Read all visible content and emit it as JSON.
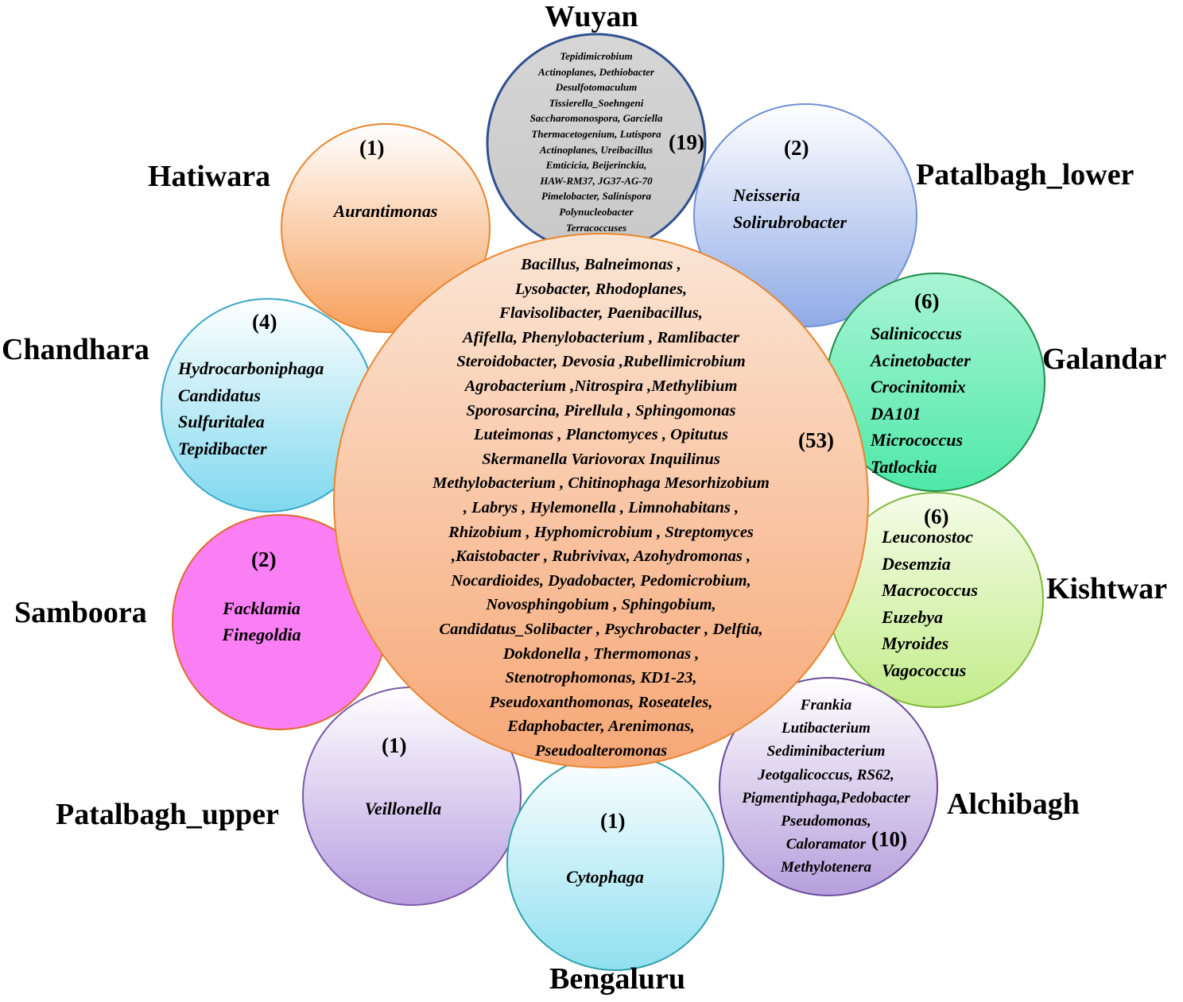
{
  "colors": {
    "hatiwara": "#f7a05c",
    "wuyan": "#c8c8c8",
    "patalbagh_lower": "#8faae6",
    "chandhara": "#7fd8ee",
    "galandar": "#4fe8a8",
    "samboora": "#fb7ff4",
    "kishtwar": "#c3ec8a",
    "patalbagh_upper": "#b89ee0",
    "bengaluru": "#8fe0f0",
    "alchibagh": "#b69fdc",
    "core": "#f7a776"
  },
  "sites": {
    "wuyan": {
      "name": "Wuyan",
      "count": "(19)",
      "genera": [
        "Tepidimicrobium",
        "Actinoplanes, Dethiobacter",
        "Desulfotomaculum",
        "Tissierella_Soehngeni",
        "Saccharomonospora, Garciella",
        "Thermacetogenium, Lutispora",
        "Actinoplanes, Ureibacillus",
        "Emticicia, Beijerinckia,",
        "HAW-RM37, JG37-AG-70",
        "Pimelobacter, Salinispora",
        "Polynucleobacter",
        "Terracoccuses"
      ]
    },
    "hatiwara": {
      "name": "Hatiwara",
      "count": "(1)",
      "genera": [
        "Aurantimonas"
      ]
    },
    "patalbagh_lower": {
      "name": "Patalbagh_lower",
      "count": "(2)",
      "genera": [
        "Neisseria",
        "Solirubrobacter"
      ]
    },
    "chandhara": {
      "name": "Chandhara",
      "count": "(4)",
      "genera": [
        "Hydrocarboniphaga",
        "Candidatus",
        "Sulfuritalea",
        "Tepidibacter"
      ]
    },
    "galandar": {
      "name": "Galandar",
      "count": "(6)",
      "genera": [
        "Salinicoccus",
        "Acinetobacter",
        "Crocinitomix",
        "DA101",
        "Micrococcus",
        "Tatlockia"
      ]
    },
    "samboora": {
      "name": "Samboora",
      "count": "(2)",
      "genera": [
        "Facklamia",
        "Finegoldia"
      ]
    },
    "kishtwar": {
      "name": "Kishtwar",
      "count": "(6)",
      "genera": [
        "Leuconostoc",
        "Desemzia",
        "Macrococcus",
        "Euzebya",
        "Myroides",
        "Vagococcus"
      ]
    },
    "patalbagh_upper": {
      "name": "Patalbagh_upper",
      "count": "(1)",
      "genera": [
        "Veillonella"
      ]
    },
    "bengaluru": {
      "name": "Bengaluru",
      "count": "(1)",
      "genera": [
        "Cytophaga"
      ]
    },
    "alchibagh": {
      "name": "Alchibagh",
      "count": "(10)",
      "genera": [
        "Frankia",
        "Lutibacterium",
        "Sediminibacterium",
        "Jeotgalicoccus, RS62,",
        "Pigmentiphaga,Pedobacter",
        "Pseudomonas,",
        "Caloramator",
        "Methylotenera"
      ]
    }
  },
  "core": {
    "count": "(53)",
    "genera": [
      "Bacillus, Balneimonas ,",
      "Lysobacter, Rhodoplanes,",
      "Flavisolibacter, Paenibacillus,",
      "Afifella, Phenylobacterium , Ramlibacter",
      "Steroidobacter, Devosia ,Rubellimicrobium",
      "Agrobacterium ,Nitrospira ,Methylibium",
      "Sporosarcina, Pirellula , Sphingomonas",
      "Luteimonas ,  Planctomyces , Opitutus",
      "Skermanella  Variovorax  Inquilinus",
      "Methylobacterium , Chitinophaga  Mesorhizobium",
      ", Labrys , Hylemonella , Limnohabitans ,",
      "Rhizobium , Hyphomicrobium , Streptomyces",
      ",Kaistobacter , Rubrivivax,  Azohydromonas ,",
      "Nocardioides,  Dyadobacter,  Pedomicrobium,",
      "Novosphingobium , Sphingobium,",
      "Candidatus_Solibacter , Psychrobacter , Delftia,",
      "Dokdonella , Thermomonas ,",
      "Stenotrophomonas,  KD1-23,",
      "Pseudoxanthomonas,  Roseateles,",
      "Edaphobacter,  Arenimonas,",
      "Pseudoalteromonas"
    ]
  }
}
